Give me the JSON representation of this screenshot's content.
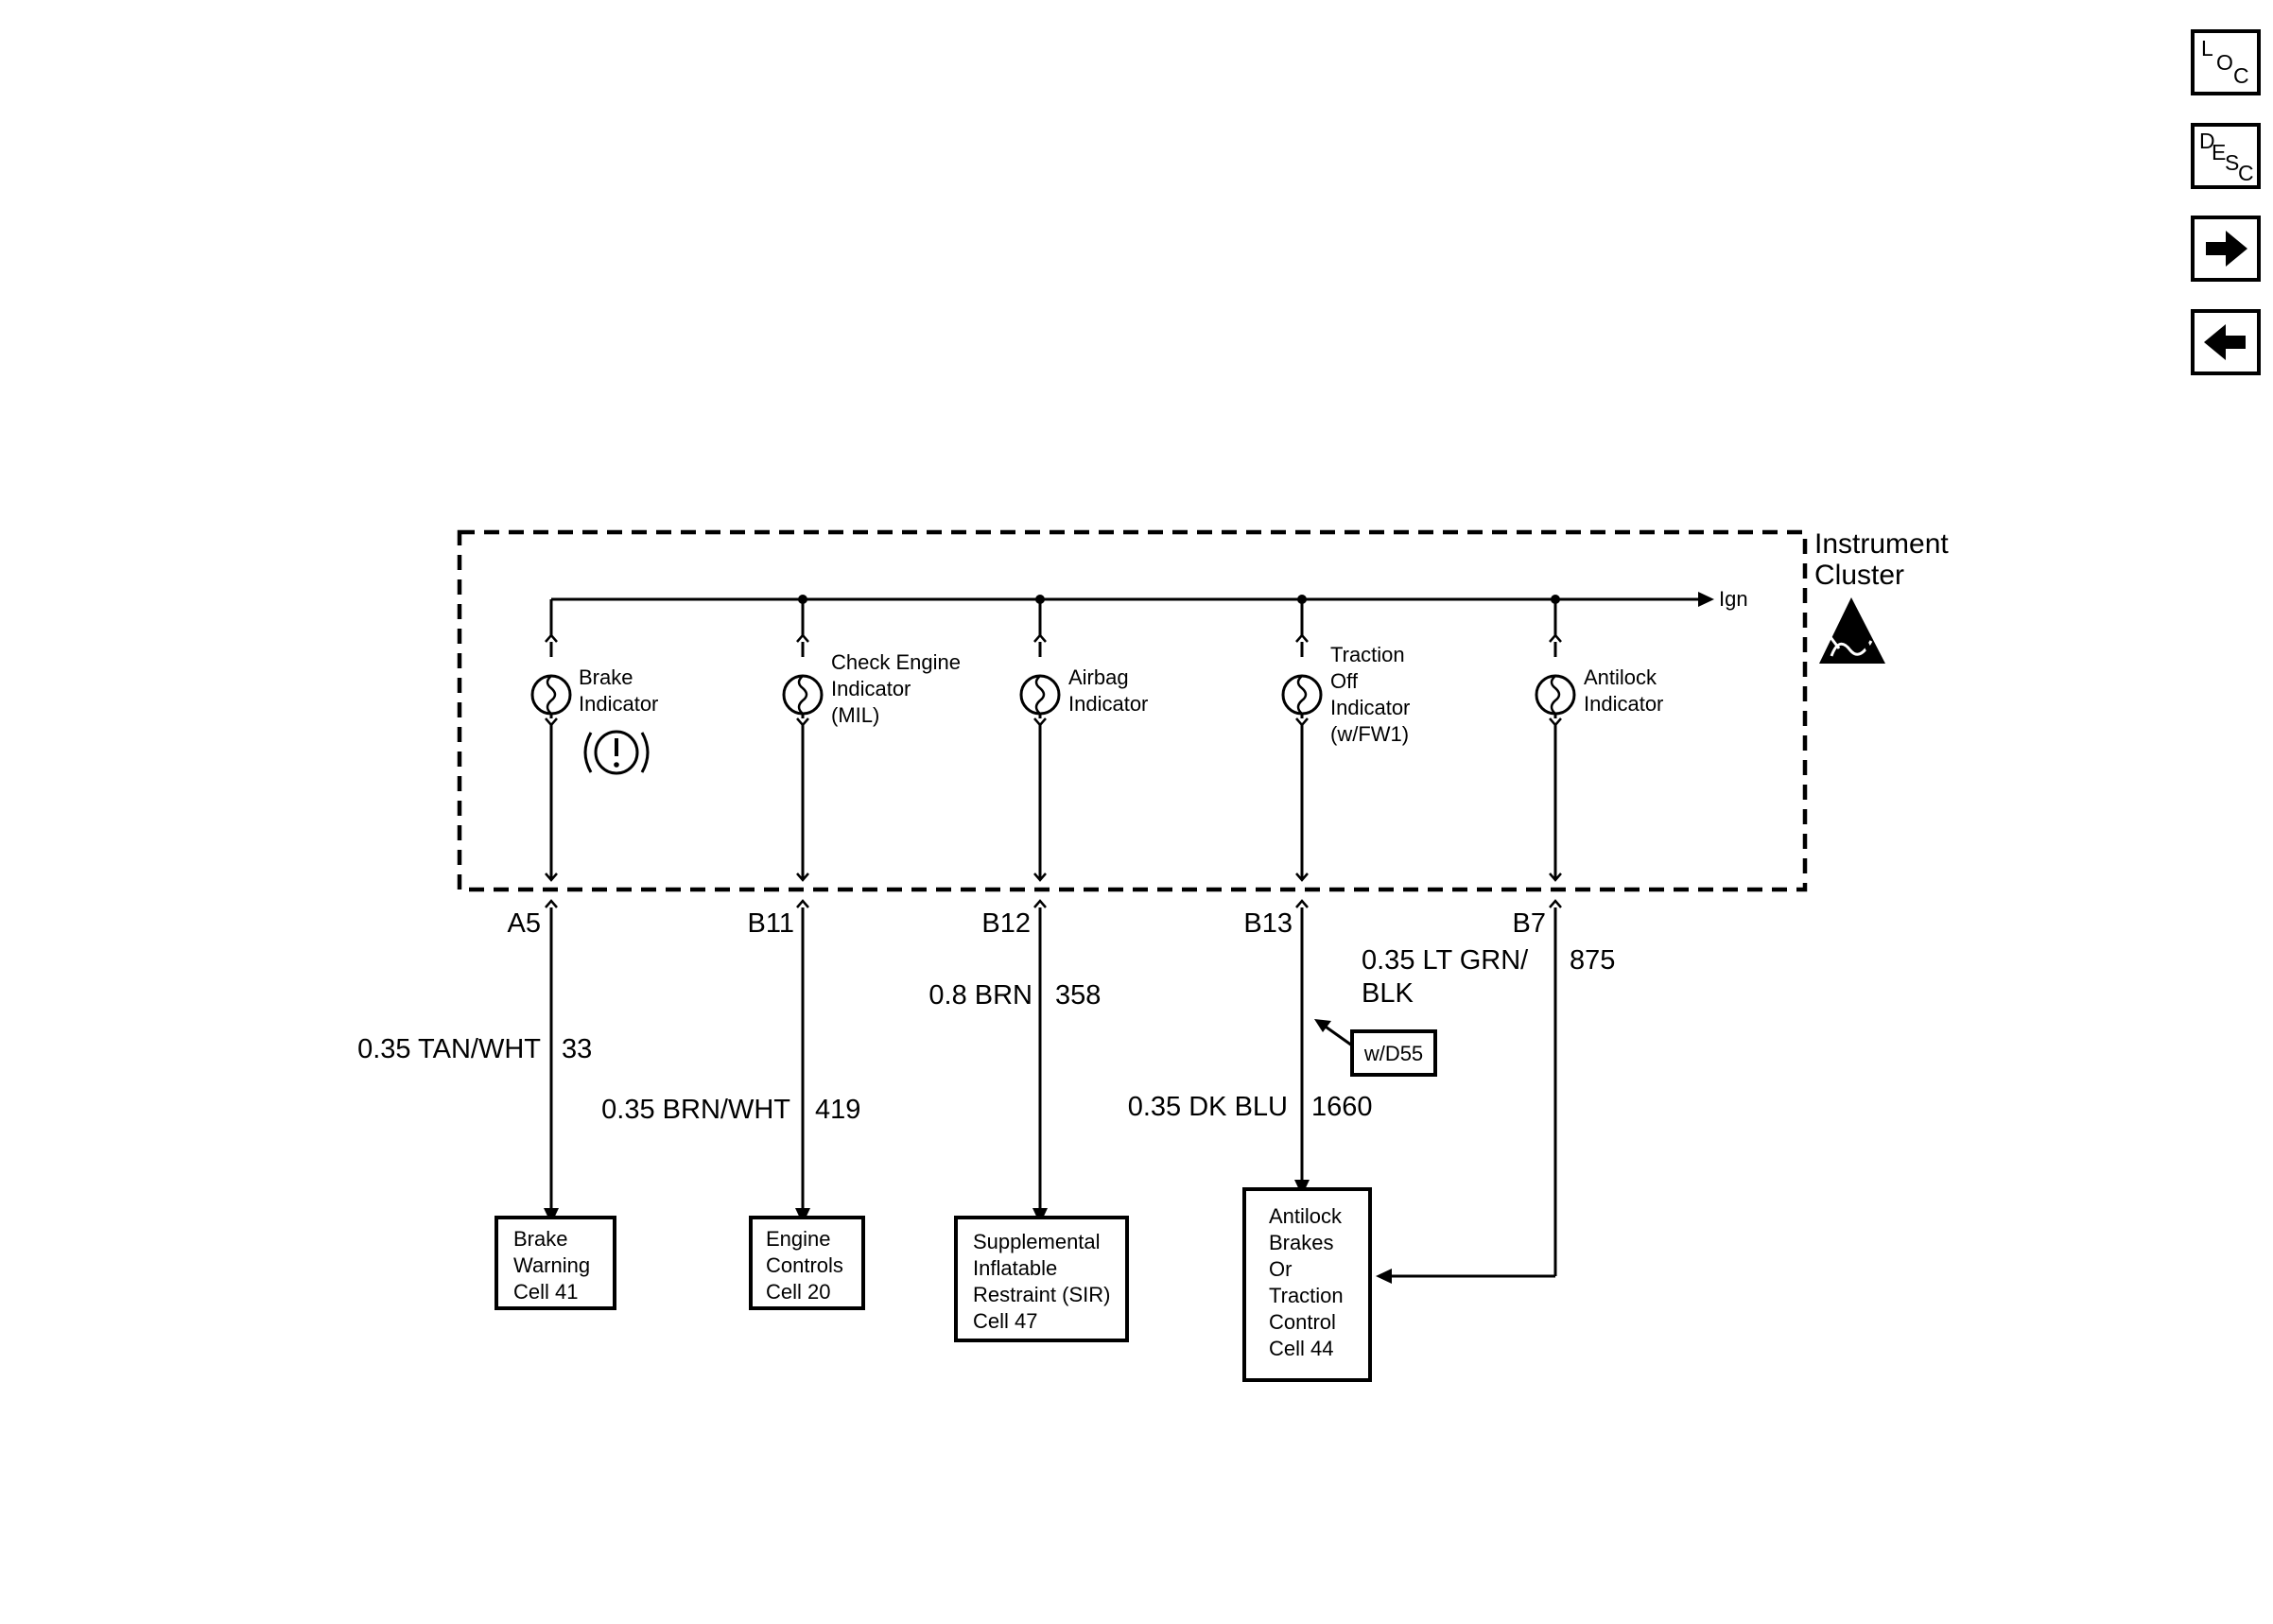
{
  "nav": {
    "loc": {
      "l1": "L",
      "l2": "O",
      "l3": "C"
    },
    "desc": {
      "l1": "D",
      "l2": "E",
      "l3": "S",
      "l4": "C"
    },
    "next_icon": "right-arrow-icon",
    "back_icon": "left-arrow-icon"
  },
  "cluster": {
    "title_line1": "Instrument",
    "title_line2": "Cluster",
    "ign_label": "Ign",
    "esd_icon": "esd-warning-icon"
  },
  "indicators": [
    {
      "lines": [
        "Brake",
        "Indicator"
      ],
      "pin": "A5"
    },
    {
      "lines": [
        "Check Engine",
        "Indicator",
        "(MIL)"
      ],
      "pin": "B11"
    },
    {
      "lines": [
        "Airbag",
        "Indicator"
      ],
      "pin": "B12"
    },
    {
      "lines": [
        "Traction",
        "Off",
        "Indicator",
        "(w/FW1)"
      ],
      "pin": "B13"
    },
    {
      "lines": [
        "Antilock",
        "Indicator"
      ],
      "pin": "B7"
    }
  ],
  "brake_symbol": "(!)",
  "wires": [
    {
      "size_color": "0.35 TAN/WHT",
      "circuit": "33"
    },
    {
      "size_color": "0.35  BRN/WHT",
      "circuit": "419"
    },
    {
      "size_color": "0.8 BRN",
      "circuit": "358"
    },
    {
      "size_color": "0.35 DK BLU",
      "circuit": "1660"
    },
    {
      "size_color_line1": "0.35 LT GRN/",
      "size_color_line2": "BLK",
      "circuit": "875"
    }
  ],
  "option_tag": "w/D55",
  "destinations": [
    {
      "lines": [
        "Brake",
        "Warning",
        "Cell 41"
      ]
    },
    {
      "lines": [
        "Engine",
        "Controls",
        "Cell 20"
      ]
    },
    {
      "lines": [
        "Supplemental",
        "Inflatable",
        "Restraint (SIR)",
        "Cell 47"
      ]
    },
    {
      "lines": [
        "Antilock",
        "Brakes",
        "Or",
        "Traction",
        "Control",
        "Cell 44"
      ]
    }
  ]
}
